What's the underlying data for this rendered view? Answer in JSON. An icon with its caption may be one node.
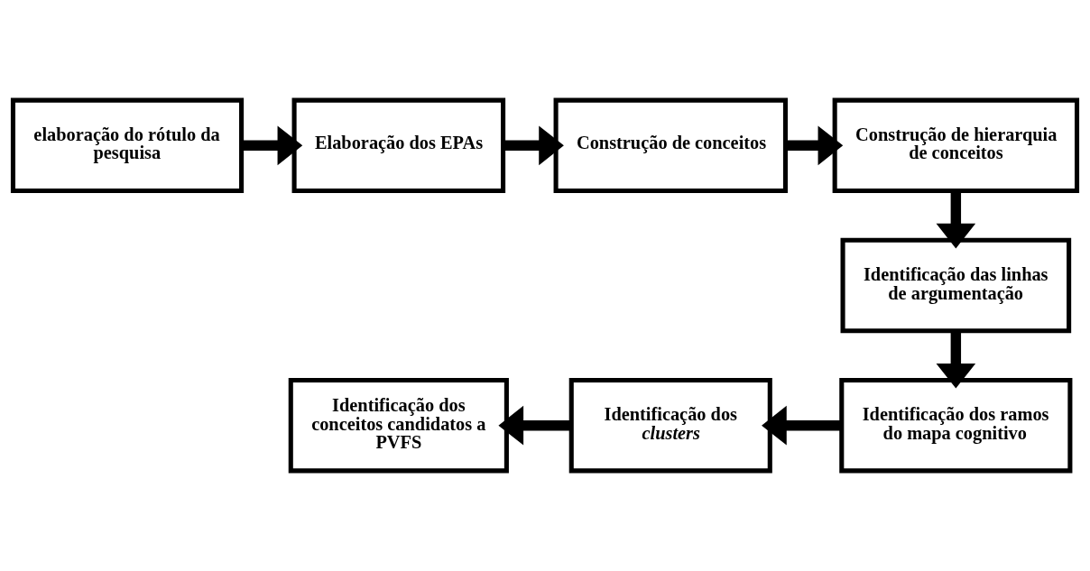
{
  "diagram": {
    "nodes": [
      {
        "text": [
          "elaboração do rótulo da pesquisa"
        ]
      },
      {
        "text": [
          "Elaboração dos EPAs"
        ]
      },
      {
        "text": [
          "Construção de conceitos"
        ]
      },
      {
        "text": [
          "Construção de hierarquia de conceitos"
        ]
      },
      {
        "text": [
          "Identificação das linhas de argumentação"
        ]
      },
      {
        "text": [
          "Identificação dos ramos do mapa cognitivo"
        ]
      },
      {
        "text": [
          "Identificação dos *clusters*"
        ]
      },
      {
        "text": [
          "Identificação dos conceitos candidatos a PVFS"
        ]
      }
    ],
    "edges": [
      {
        "from": 0,
        "to": 1,
        "arrow": "to"
      },
      {
        "from": 1,
        "to": 2,
        "arrow": "to"
      },
      {
        "from": 2,
        "to": 3,
        "arrow": "to"
      },
      {
        "from": 3,
        "to": 4,
        "arrow": "to"
      },
      {
        "from": 4,
        "to": 5,
        "arrow": "to"
      },
      {
        "from": 5,
        "to": 6,
        "arrow": "to"
      },
      {
        "from": 6,
        "to": 7,
        "arrow": "to"
      }
    ]
  }
}
